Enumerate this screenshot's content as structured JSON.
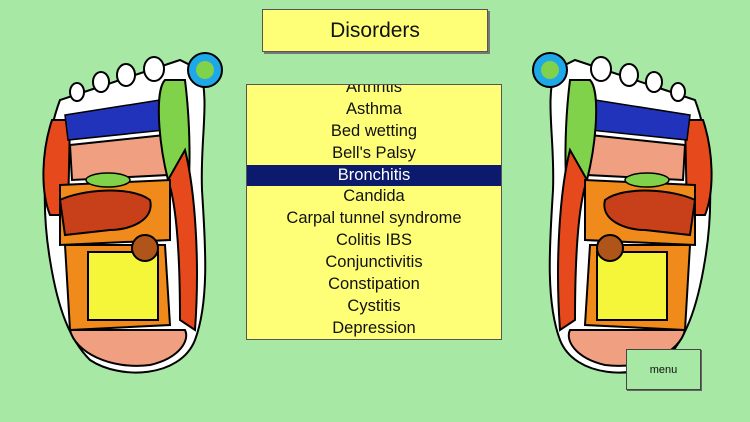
{
  "header": {
    "title": "Disorders"
  },
  "disorders": {
    "items": [
      "Arthritis",
      "Asthma",
      "Bed wetting",
      "Bell's Palsy",
      "Bronchitis",
      "Candida",
      "Carpal tunnel syndrome",
      "Colitis IBS",
      "Conjunctivitis",
      "Constipation",
      "Cystitis",
      "Depression"
    ],
    "selected": "Bronchitis"
  },
  "footer": {
    "menu_label": "menu"
  },
  "illustrations": {
    "left": "left-foot-reflexology-map",
    "right": "right-foot-reflexology-map"
  },
  "colors": {
    "background": "#a6e8a4",
    "panel": "#ffff77",
    "selection": "#0c1a6e"
  }
}
